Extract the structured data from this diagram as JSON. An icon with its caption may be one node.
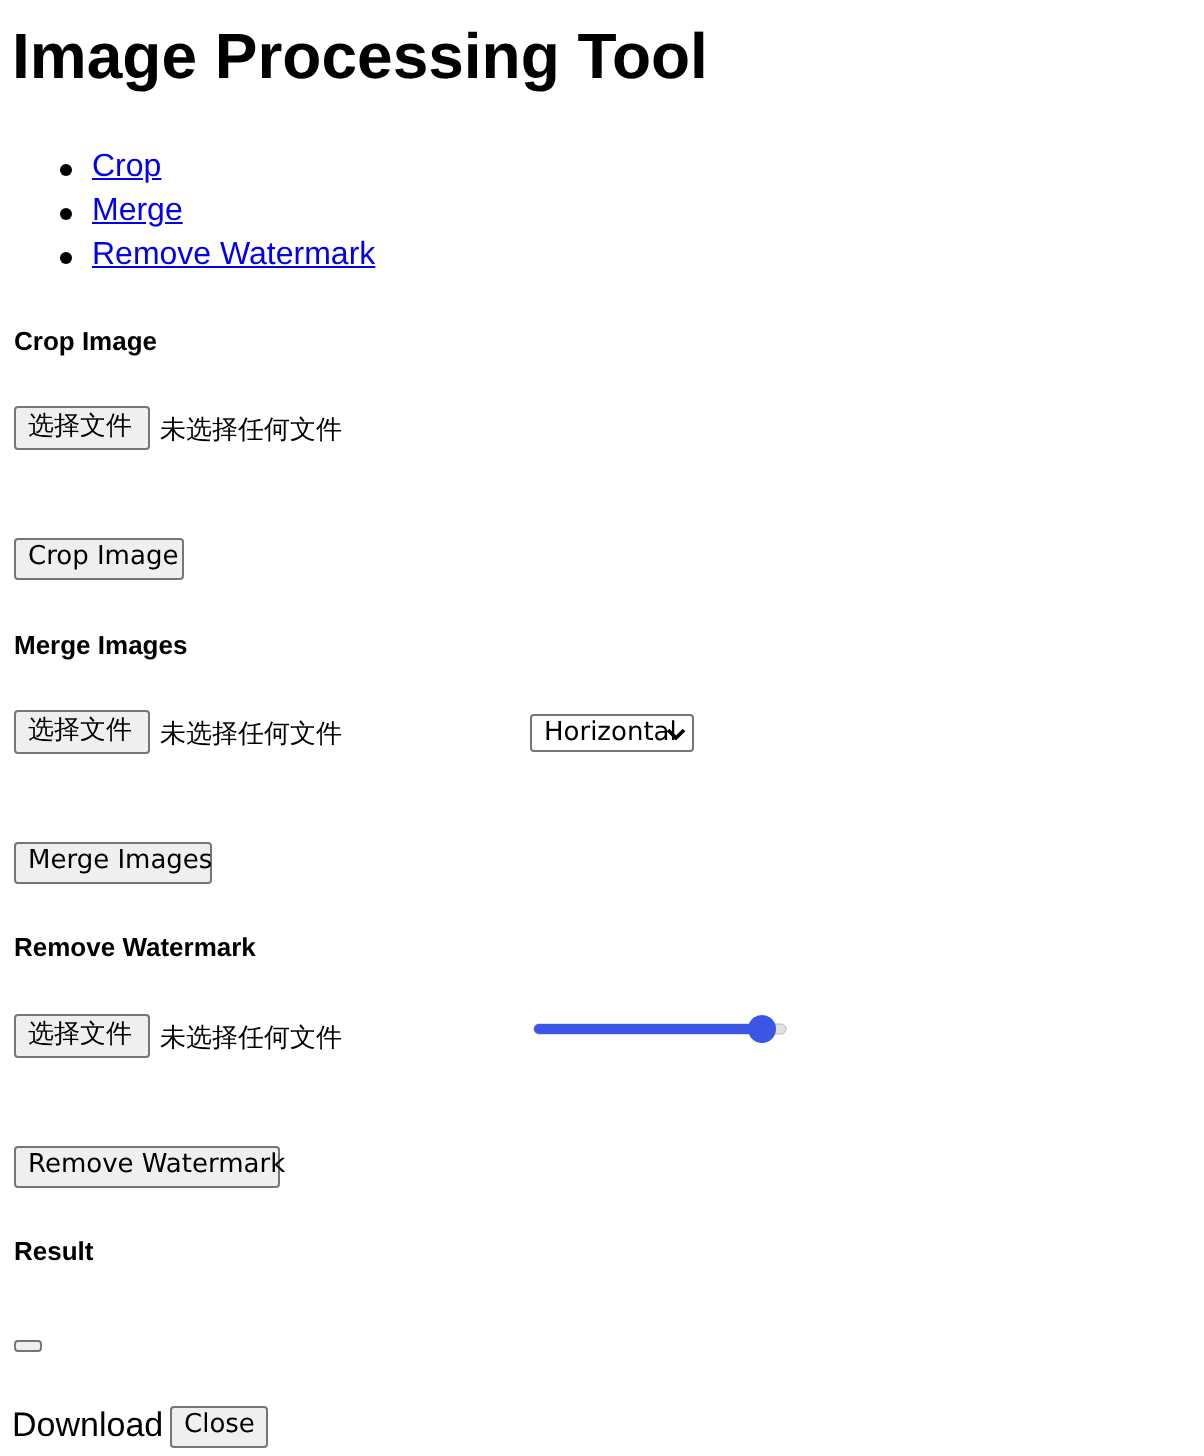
{
  "diagram": {
    "title": "Image Processing Tool",
    "nodes": [
      {
        "text": [
          "选择文件"
        ]
      },
      {
        "text": [
          "Crop Image"
        ]
      },
      {
        "text": [
          "选择文件"
        ]
      },
      {
        "text": [
          "Horizontal"
        ]
      },
      {
        "text": [
          "Merge Images"
        ]
      },
      {
        "text": [
          "选择文件"
        ]
      },
      {
        "text": [
          "Remove Watermark"
        ]
      },
      {
        "text": [],
        "shape": "box"
      },
      {
        "text": [
          "Close"
        ]
      }
    ],
    "labels": [
      "Crop",
      "Merge",
      "Remove Watermark",
      "Crop Image",
      "未选择任何文件",
      "Merge Images",
      "未选择任何文件",
      "Remove Watermark",
      "未选择任何文件",
      "Result",
      "Download"
    ]
  }
}
